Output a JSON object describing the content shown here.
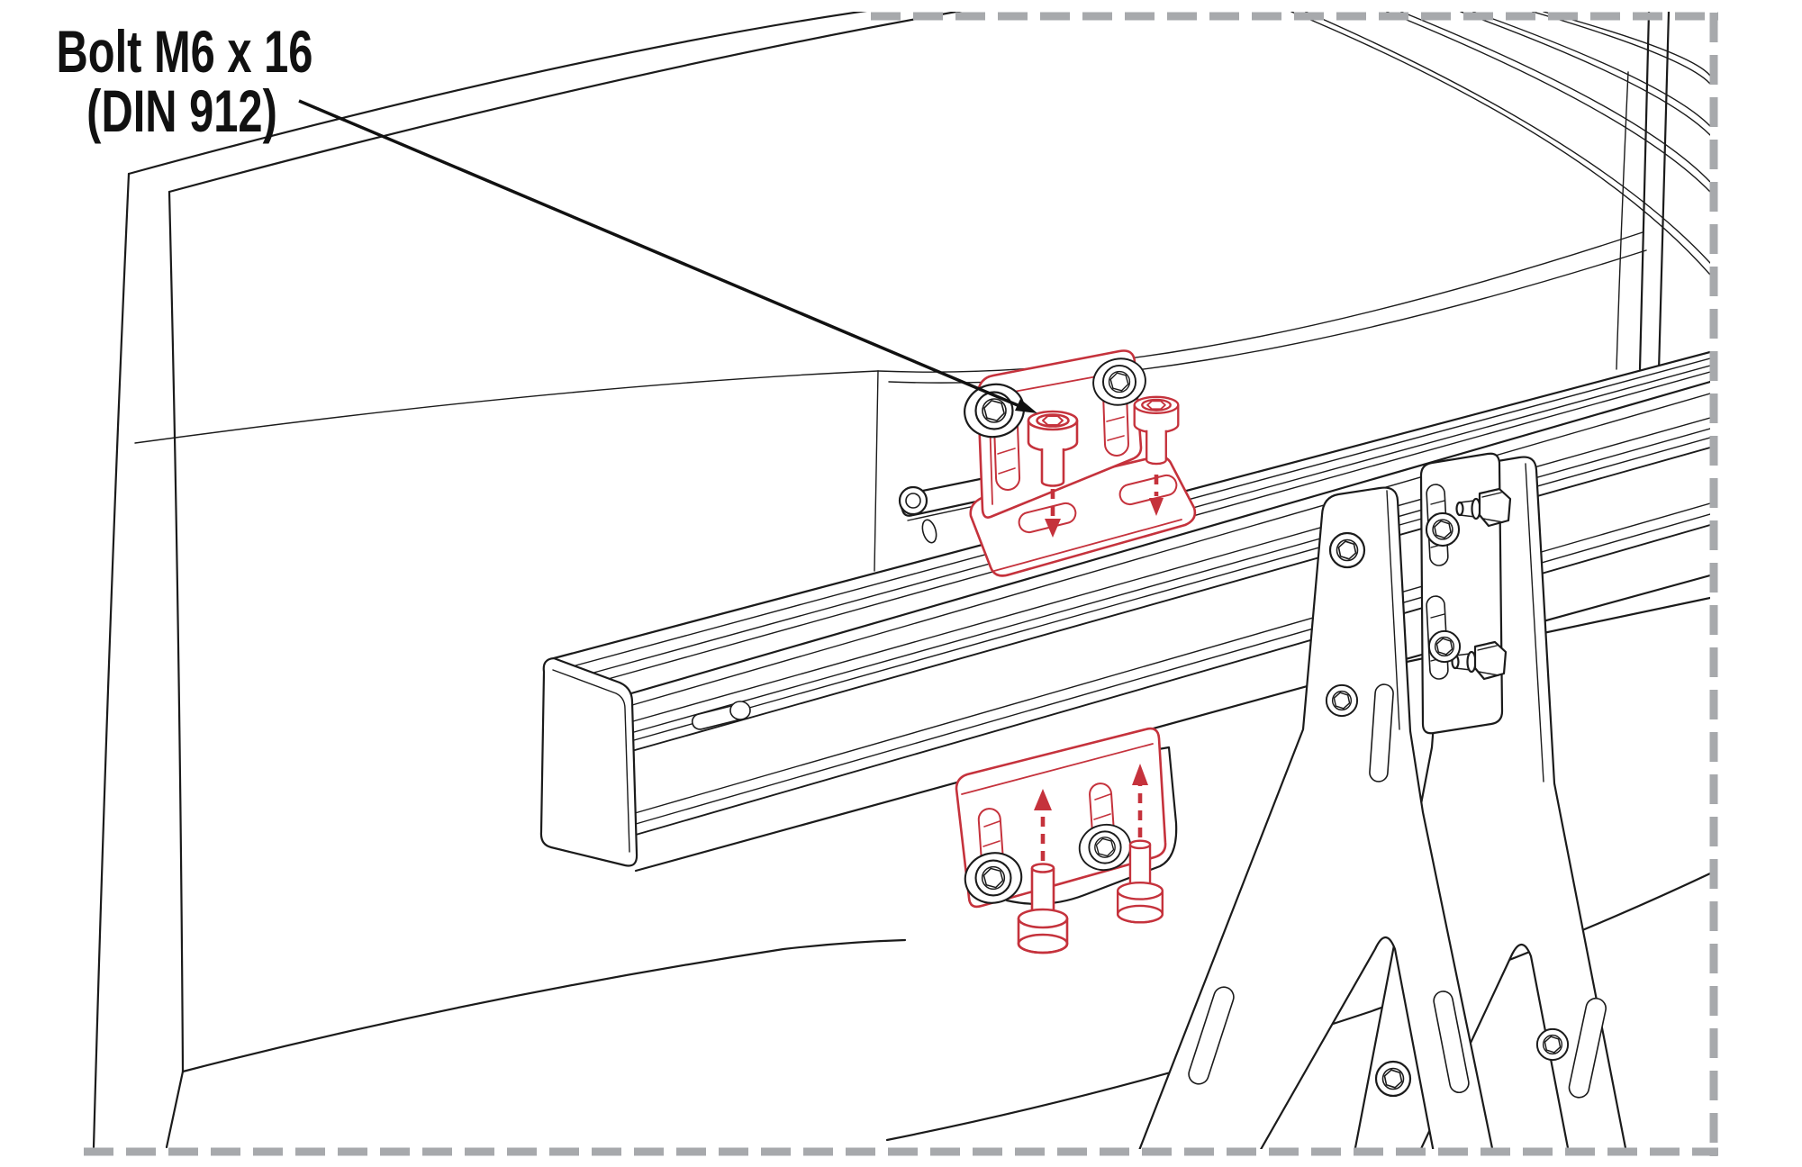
{
  "label": {
    "line1": "Bolt M6 x 16",
    "line2": "(DIN 912)"
  },
  "callout": {
    "points_to": "red-highlighted socket head cap screw on top L-bracket"
  },
  "colors": {
    "highlight_red": "#C5323C",
    "line_black": "#1B1B1B",
    "border_gray": "#A7A9AC",
    "background": "#FFFFFF"
  },
  "parts": {
    "monitor": "curved ultrawide monitor rear view",
    "rail": "aluminum extrusion profile rail",
    "top_bracket": "red L-bracket with two M6x16 bolts inserted downward",
    "bottom_bracket": "red L-bracket with two M6x16 bolts inserted upward",
    "mount": "triangular monitor mount plates with socket bolts and hex studs",
    "frame": "gray dashed crop border"
  }
}
